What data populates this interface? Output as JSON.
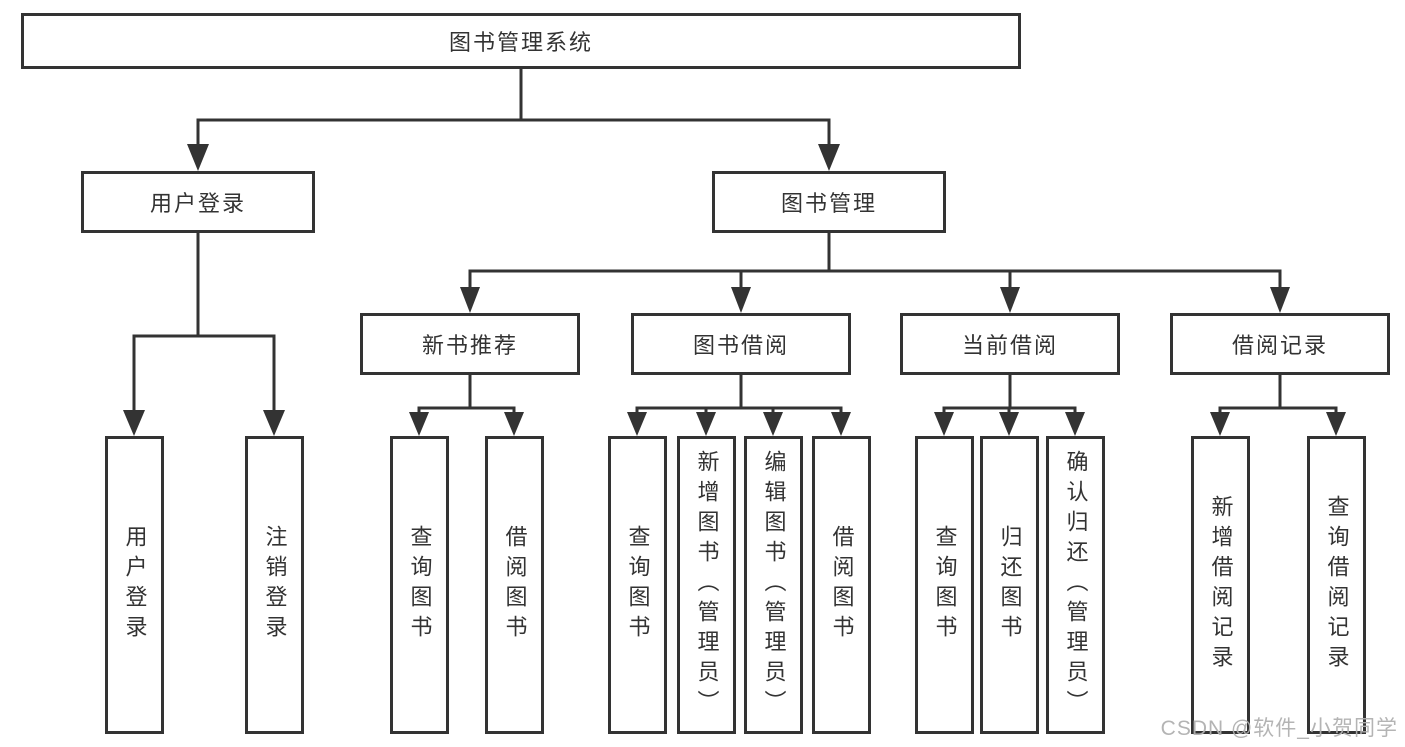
{
  "diagram": {
    "root": {
      "label": "图书管理系统"
    },
    "level2": [
      {
        "id": "user-login",
        "label": "用户登录"
      },
      {
        "id": "book-management",
        "label": "图书管理"
      }
    ],
    "level3": [
      {
        "id": "new-book-recommend",
        "label": "新书推荐",
        "parent": "图书管理"
      },
      {
        "id": "book-borrow",
        "label": "图书借阅",
        "parent": "图书管理"
      },
      {
        "id": "current-borrow",
        "label": "当前借阅",
        "parent": "图书管理"
      },
      {
        "id": "borrow-record",
        "label": "借阅记录",
        "parent": "图书管理"
      }
    ],
    "leaves": [
      {
        "label": "用户登录",
        "parent": "用户登录"
      },
      {
        "label": "注销登录",
        "parent": "用户登录"
      },
      {
        "label": "查询图书",
        "parent": "新书推荐"
      },
      {
        "label": "借阅图书",
        "parent": "新书推荐"
      },
      {
        "label": "查询图书",
        "parent": "图书借阅"
      },
      {
        "label": "新增图书（管理员）",
        "parent": "图书借阅"
      },
      {
        "label": "编辑图书（管理员）",
        "parent": "图书借阅"
      },
      {
        "label": "借阅图书",
        "parent": "图书借阅"
      },
      {
        "label": "查询图书",
        "parent": "当前借阅"
      },
      {
        "label": "归还图书",
        "parent": "当前借阅"
      },
      {
        "label": "确认归还（管理员）",
        "parent": "当前借阅"
      },
      {
        "label": "新增借阅记录",
        "parent": "借阅记录"
      },
      {
        "label": "查询借阅记录",
        "parent": "借阅记录"
      }
    ],
    "watermark": "CSDN @软件_小贺同学",
    "colors": {
      "line": "#333333",
      "text": "#333333",
      "watermark": "#b0b0b0",
      "background": "#ffffff"
    }
  }
}
